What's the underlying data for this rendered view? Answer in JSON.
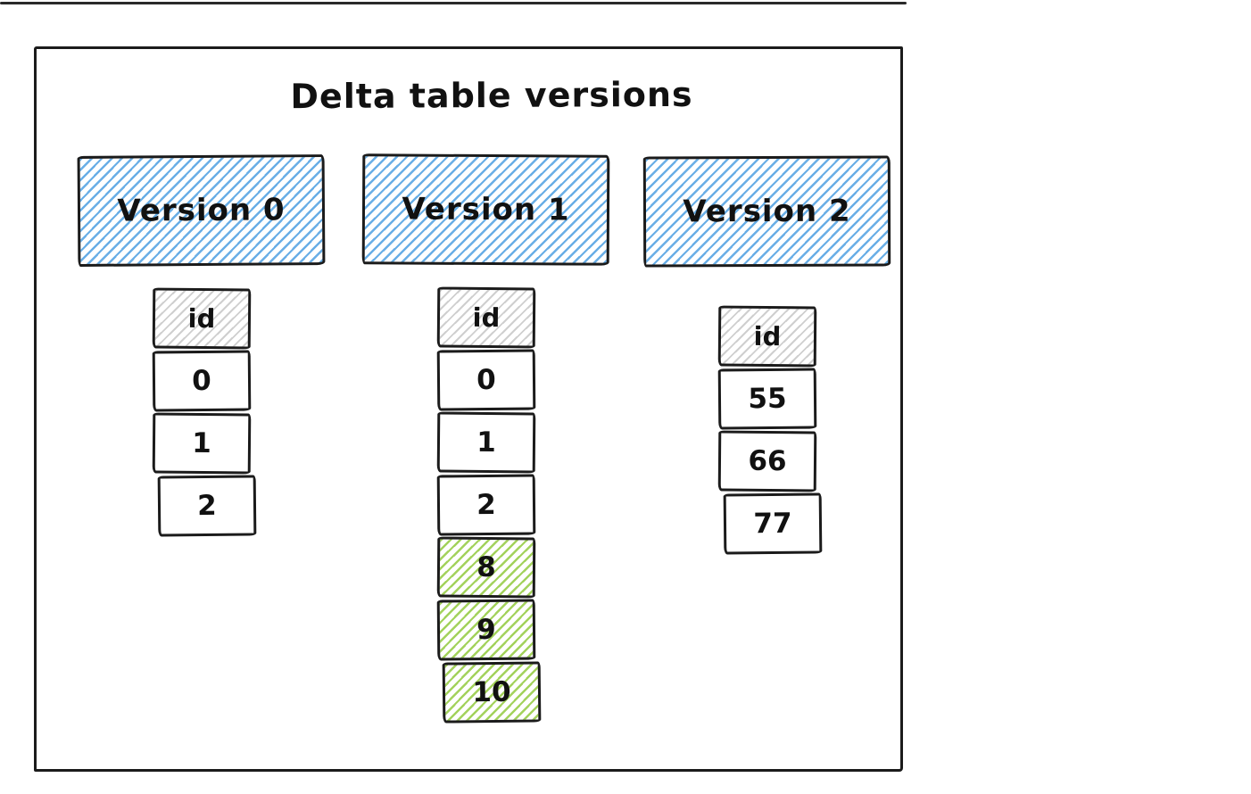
{
  "title": "Delta table versions",
  "colors": {
    "version_fill": "#69aee6",
    "added_fill": "#a3d25c",
    "header_fill": "#cfcfcf",
    "stroke": "#1b1b1b"
  },
  "columns": [
    {
      "version_label": "Version 0",
      "header": "id",
      "cells": [
        {
          "value": "0",
          "style": "plain"
        },
        {
          "value": "1",
          "style": "plain"
        },
        {
          "value": "2",
          "style": "plain"
        }
      ]
    },
    {
      "version_label": "Version 1",
      "header": "id",
      "cells": [
        {
          "value": "0",
          "style": "plain"
        },
        {
          "value": "1",
          "style": "plain"
        },
        {
          "value": "2",
          "style": "plain"
        },
        {
          "value": "8",
          "style": "added"
        },
        {
          "value": "9",
          "style": "added"
        },
        {
          "value": "10",
          "style": "added"
        }
      ]
    },
    {
      "version_label": "Version 2",
      "header": "id",
      "cells": [
        {
          "value": "55",
          "style": "plain"
        },
        {
          "value": "66",
          "style": "plain"
        },
        {
          "value": "77",
          "style": "plain"
        }
      ]
    }
  ]
}
